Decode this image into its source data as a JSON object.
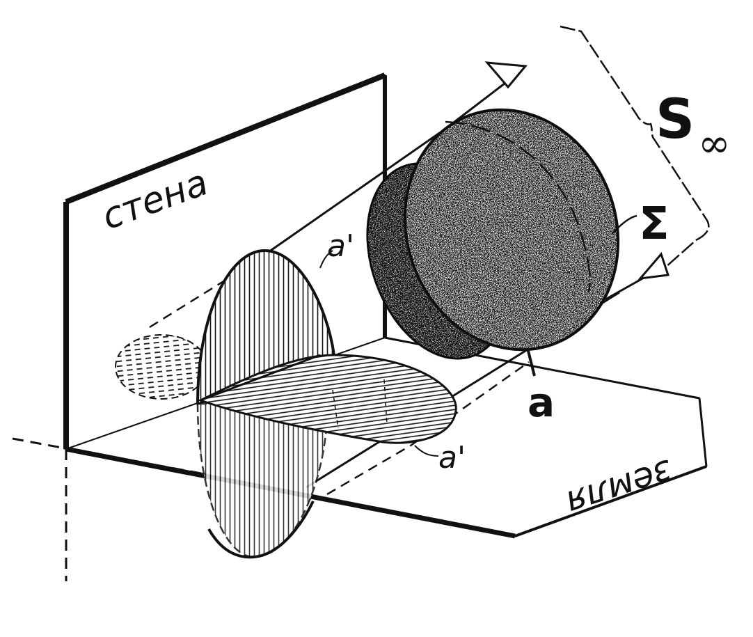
{
  "labels": {
    "wall": "стена",
    "ground": "земля",
    "a_prime_top": "a'",
    "a_prime_bottom": "a'",
    "a": "a",
    "sigma": "Σ",
    "s_letter": "S",
    "s_infinity": "∞"
  },
  "colors": {
    "ink": "#111111",
    "paper": "#ffffff"
  }
}
